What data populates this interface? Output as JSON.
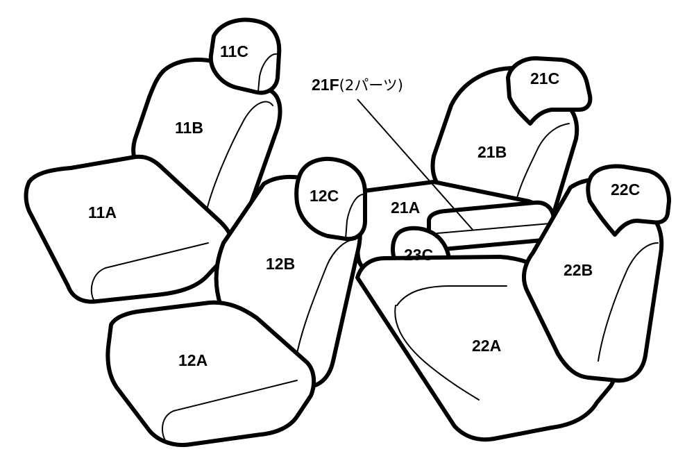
{
  "labels": {
    "p11A": "11A",
    "p11B": "11B",
    "p11C": "11C",
    "p12A": "12A",
    "p12B": "12B",
    "p12C": "12C",
    "p21A": "21A",
    "p21B": "21B",
    "p21C": "21C",
    "p22A": "22A",
    "p22B": "22B",
    "p22C": "22C",
    "p23C": "23C"
  },
  "callout": {
    "code": "21F",
    "note": "(2パーツ)"
  }
}
